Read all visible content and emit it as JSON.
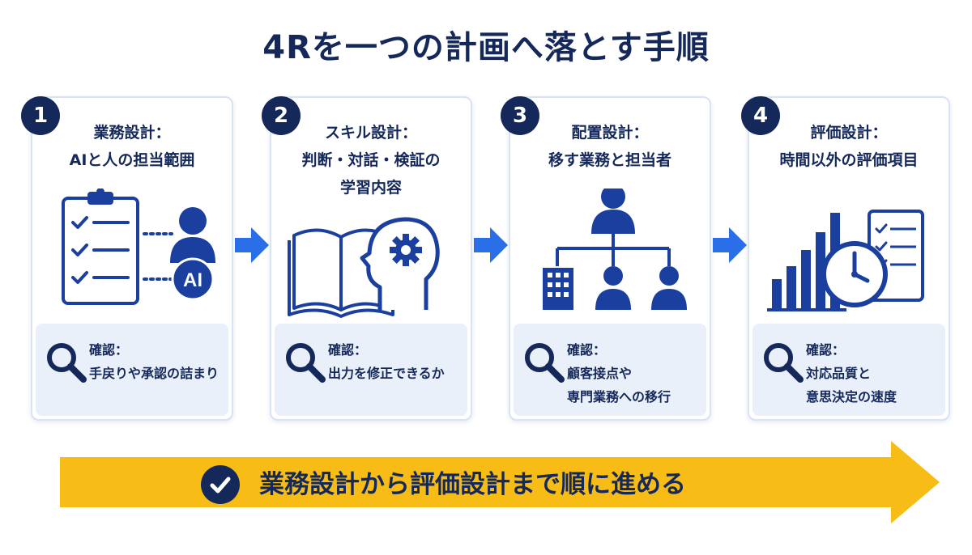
{
  "title": "4Rを一つの計画へ落とす手順",
  "colors": {
    "navy": "#15285a",
    "blue": "#1b3f9e",
    "bright_blue": "#2a6fe8",
    "banner_yellow": "#f7bd16",
    "panel_bg": "#e9f0fa"
  },
  "steps": [
    {
      "number": "1",
      "heading": [
        "業務設計：",
        "AIと人の担当範囲"
      ],
      "illustration": "clipboard-checklist-and-ai-person-icon",
      "ai_badge": "AI",
      "check_label": "確認：",
      "check_text": [
        "手戻りや承認の詰まり"
      ]
    },
    {
      "number": "2",
      "heading": [
        "スキル設計：",
        "判断・対話・検証の",
        "学習内容"
      ],
      "illustration": "open-book-and-head-gear-icon",
      "check_label": "確認：",
      "check_text": [
        "出力を修正できるか"
      ]
    },
    {
      "number": "3",
      "heading": [
        "配置設計：",
        "移す業務と担当者"
      ],
      "illustration": "org-chart-people-building-icon",
      "check_label": "確認：",
      "check_text": [
        "顧客接点や",
        "専門業務への移行"
      ]
    },
    {
      "number": "4",
      "heading": [
        "評価設計：",
        "時間以外の評価項目"
      ],
      "illustration": "bar-chart-clock-checklist-icon",
      "check_label": "確認：",
      "check_text": [
        "対応品質と",
        "意思決定の速度"
      ]
    }
  ],
  "banner": {
    "text": "業務設計から評価設計まで順に進める",
    "icon": "checkmark-circle-icon"
  }
}
